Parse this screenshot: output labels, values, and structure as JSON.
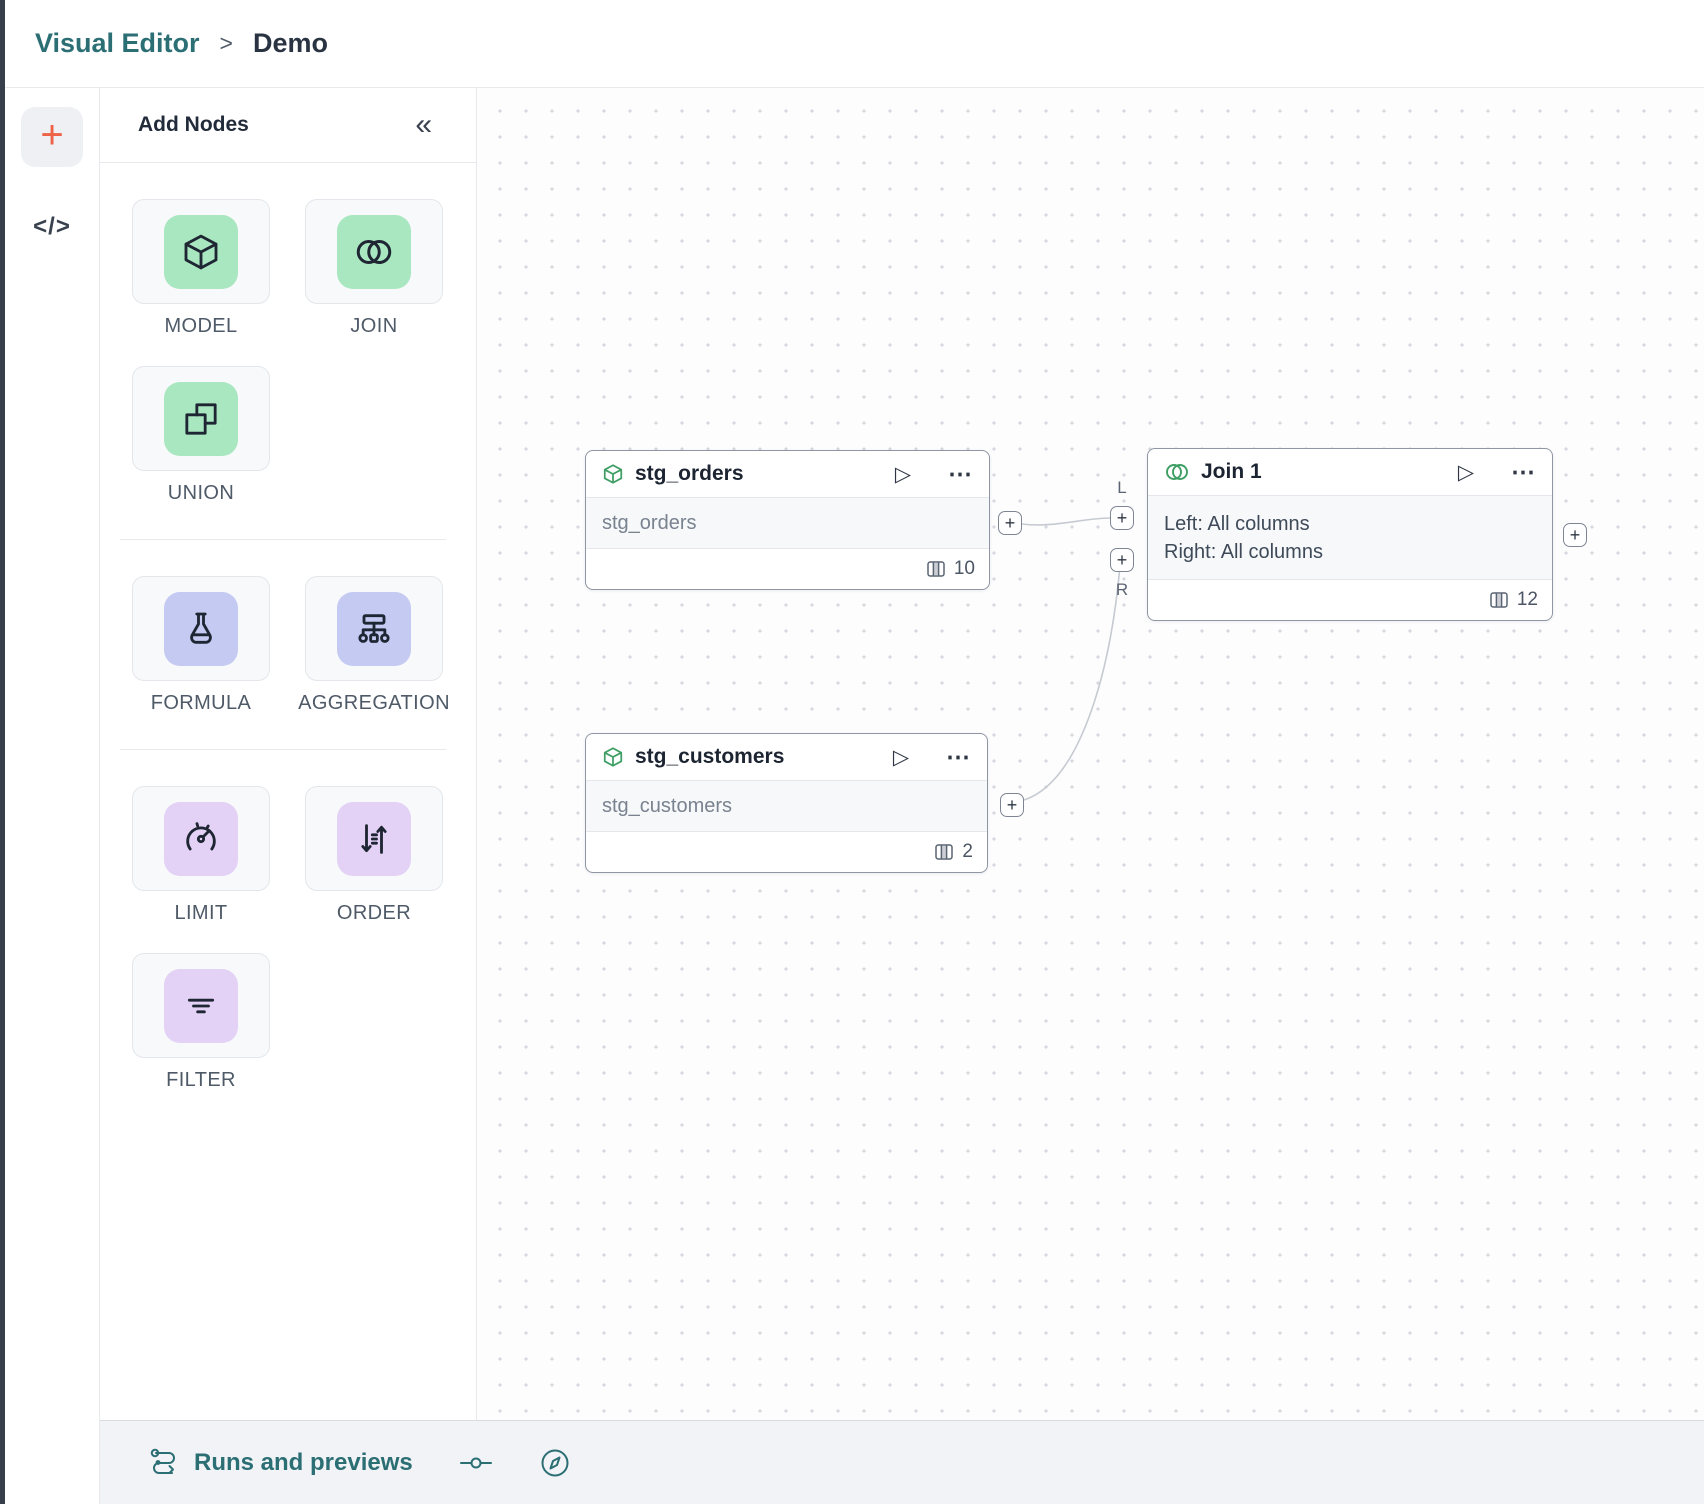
{
  "breadcrumb": {
    "app": "Visual Editor",
    "separator": ">",
    "current": "Demo"
  },
  "icons": {
    "plus": "+",
    "code": "</>",
    "collapse": "«",
    "play": "▷",
    "ellipsis": "⋯"
  },
  "palette": {
    "title": "Add Nodes",
    "groups": [
      {
        "items": [
          {
            "label": "MODEL"
          },
          {
            "label": "JOIN"
          },
          {
            "label": "UNION"
          }
        ]
      },
      {
        "items": [
          {
            "label": "FORMULA"
          },
          {
            "label": "AGGREGATION"
          }
        ]
      },
      {
        "items": [
          {
            "label": "LIMIT"
          },
          {
            "label": "ORDER"
          },
          {
            "label": "FILTER"
          }
        ]
      }
    ]
  },
  "canvas": {
    "nodes": [
      {
        "title": "stg_orders",
        "body": "stg_orders",
        "column_count": "10"
      },
      {
        "title": "Join 1",
        "line_left": "Left: All columns",
        "line_right": "Right: All columns",
        "column_count": "12",
        "input_left_label": "L",
        "input_right_label": "R"
      },
      {
        "title": "stg_customers",
        "body": "stg_customers",
        "column_count": "2"
      }
    ]
  },
  "statusbar": {
    "runs_label": "Runs and previews"
  },
  "colors": {
    "accent_teal": "#2b6e74",
    "accent_orange": "#ee6247",
    "tile_green": "#a9e7c0",
    "tile_indigo": "#c4caf2",
    "tile_purple": "#e3d2f6",
    "node_icon_green": "#3e9e63"
  }
}
